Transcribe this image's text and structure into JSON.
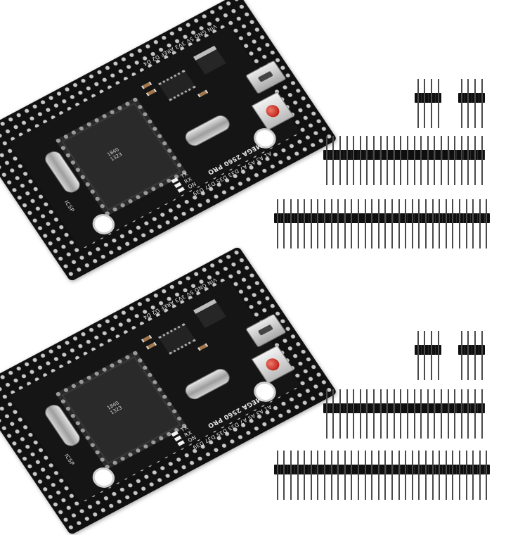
{
  "boards": [
    {
      "id": "top",
      "silk": {
        "name": "MEGA 2560 PRO",
        "icsp": "ICSP",
        "tx": "TX",
        "rx": "RX",
        "on": "ON",
        "aref": "AREF",
        "pin_row_top": "VIN GND 5V 3V3 AREF D2 D4",
        "pin_row_bottom": "A1 A3 A5 A7 D33 D35 D37 D39",
        "chip_mark": "1840 1323"
      }
    },
    {
      "id": "bottom",
      "silk": {
        "name": "MEGA 2560 PRO",
        "icsp": "ICSP",
        "tx": "TX",
        "rx": "RX",
        "on": "ON",
        "aref": "AREF",
        "pin_row_top": "VIN GND 5V 3V3 AREF D2 D4",
        "pin_row_bottom": "A1 A3 A5 A7 D33 D35 D37 D39",
        "chip_mark": "1840 1323"
      }
    }
  ],
  "header_sets": [
    {
      "id": "top",
      "headers": [
        {
          "pins": 4
        },
        {
          "pins": 4
        },
        {
          "pins": 24
        },
        {
          "pins": 32
        }
      ]
    },
    {
      "id": "bottom",
      "headers": [
        {
          "pins": 4
        },
        {
          "pins": 4
        },
        {
          "pins": 24
        },
        {
          "pins": 32
        }
      ]
    }
  ],
  "colors": {
    "board": "#111111",
    "pads": "#c8c8c8",
    "reset_button": "#c0281c",
    "header_plastic": "#0e0e0e",
    "header_pin": "#4a4a4a",
    "background": "#ffffff"
  }
}
